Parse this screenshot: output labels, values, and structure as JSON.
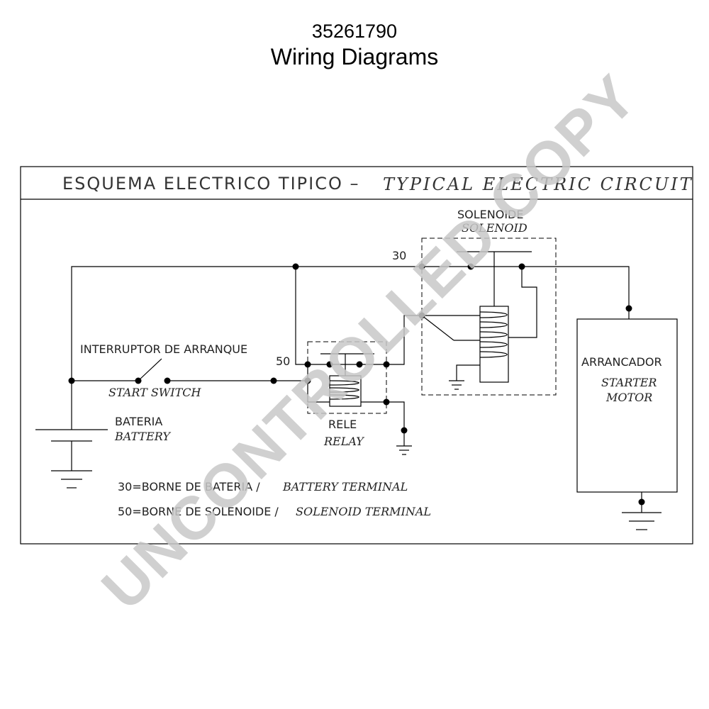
{
  "header": {
    "part_number": "35261790",
    "title": "Wiring Diagrams"
  },
  "diagram": {
    "heading_es": "ESQUEMA ELECTRICO TIPICO –",
    "heading_en": "TYPICAL  ELECTRIC  CIRCUIT",
    "solenoid_es": "SOLENOIDE",
    "solenoid_en": "SOLENOID",
    "terminal_30": "30",
    "terminal_50": "50",
    "switch_es": "INTERRUPTOR DE ARRANQUE",
    "switch_en": "START  SWITCH",
    "battery_es": "BATERIA",
    "battery_en": "BATTERY",
    "relay_es": "RELE",
    "relay_en": "RELAY",
    "starter_es": "ARRANCADOR",
    "starter_en_1": "STARTER",
    "starter_en_2": "MOTOR",
    "legend_30_es": "30=BORNE DE BATERIA /",
    "legend_30_en": "BATTERY  TERMINAL",
    "legend_50_es": "50=BORNE DE SOLENOIDE /",
    "legend_50_en": "SOLENOID  TERMINAL"
  },
  "watermark": "UNCONTROLLED COPY",
  "colors": {
    "watermark": "#c8c8c8",
    "line": "#000000"
  }
}
